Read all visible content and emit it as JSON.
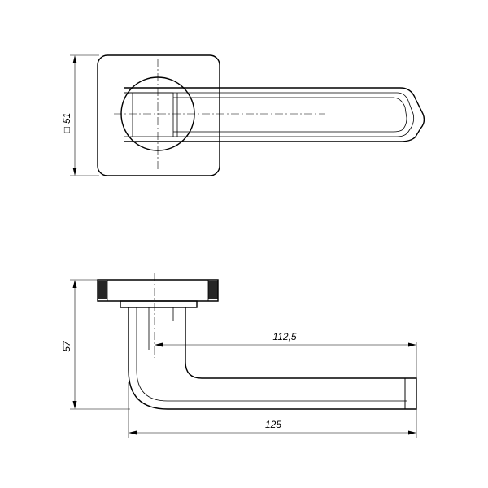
{
  "drawing": {
    "title": "",
    "top_view": {
      "rosette_dimension": "51",
      "rosette_dimension_symbol": "□"
    },
    "side_view": {
      "height_dimension": "57",
      "lever_length_dimension": "112,5",
      "overall_length_dimension": "125"
    }
  },
  "colors": {
    "line": "#000000",
    "background": "#ffffff"
  }
}
